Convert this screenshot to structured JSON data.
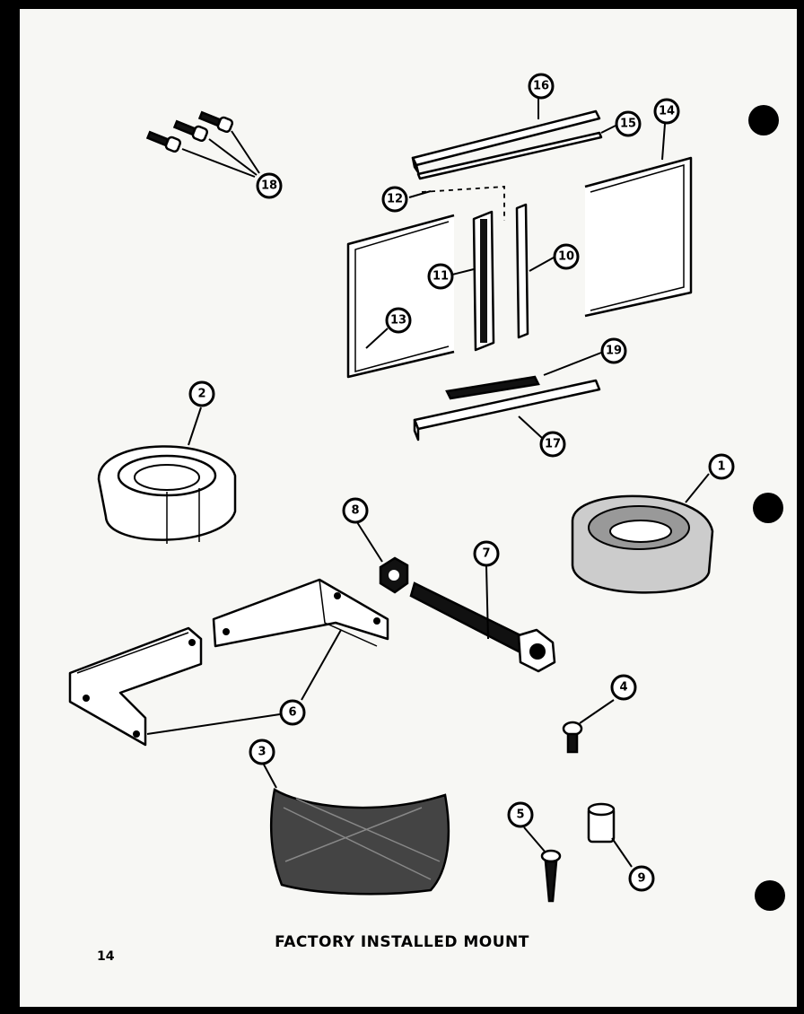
{
  "caption": "FACTORY INSTALLED MOUNT",
  "page_number": "14",
  "callouts": [
    "1",
    "2",
    "3",
    "4",
    "5",
    "6",
    "7",
    "8",
    "9",
    "10",
    "11",
    "12",
    "13",
    "14",
    "15",
    "16",
    "17",
    "18",
    "19"
  ]
}
